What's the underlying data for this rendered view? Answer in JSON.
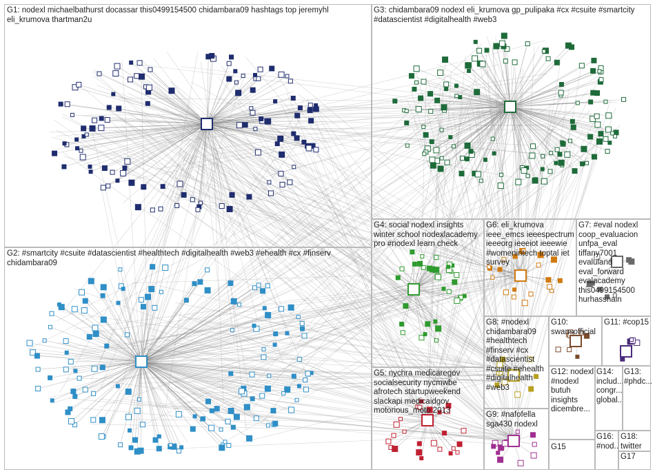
{
  "groups": [
    {
      "id": "G1",
      "label": "G1: nodexl michaelbathurst docassar this0499154500 chidambara09 hashtags top jeremyhl\neli_krumova thartman2u",
      "color": "#1f2d6e"
    },
    {
      "id": "G2",
      "label": "G2: #smartcity #csuite #datascientist #healthtech #digitalhealth #web3 #ehealth #cx #finserv\nchidambara09",
      "color": "#2f8fc7"
    },
    {
      "id": "G3",
      "label": "G3: chidambara09 nodexl eli_krumova gp_pulipaka #cx #csuite #smartcity\n#datascientist #digitalhealth #web3",
      "color": "#1e6b3a"
    },
    {
      "id": "G4",
      "label": "G4: social nodexl insights\nwinter school nodexlacademy\npro #nodexl learn check",
      "color": "#2e9b2e"
    },
    {
      "id": "G5",
      "label": "G5: nychra medicaregov\nsocialsecurity nycmwbe\nafrotech startupweekend\nslackapi medicaidgov\nmotorious_moto 2013",
      "color": "#c02030"
    },
    {
      "id": "G6",
      "label": "G6: eli_krumova\nieee_emcs ieeespectrum\nieeeorg ieeeiot ieeewie\n#womenintech toptal iet\nsurvey",
      "color": "#d07a10"
    },
    {
      "id": "G7",
      "label": "G7: #eval nodexl\ncoop_evaluacion\nunfpa_eval\ntiffany7001\nevaluland\neval_forward\nevalacademy\nthis0499154500\nhurhassnain",
      "color": "#6a6a6a"
    },
    {
      "id": "G8",
      "label": "G8: #nodexl\nchidambara09\n#healthtech\n#finserv #cx\n#datascientist\n#csuite #ehealth\n#digitalhealth\n#web3",
      "color": "#b8a020"
    },
    {
      "id": "G9",
      "label": "G9: #nafofella\nsga430 nodexl",
      "color": "#a03090"
    },
    {
      "id": "G10",
      "label": "G10:\nswansofficial",
      "color": "#7a4a2a"
    },
    {
      "id": "G11",
      "label": "G11: #cop15",
      "color": "#4a2a7a"
    },
    {
      "id": "G12",
      "label": "G12: nodexl\n#nodexl\nbutuh\ninsights\ndicembre...",
      "color": "#555"
    },
    {
      "id": "G13",
      "label": "G13:\n#phdc...",
      "color": "#555"
    },
    {
      "id": "G14",
      "label": "G14:\ninclud...\ncongr...\nglobal...",
      "color": "#555"
    },
    {
      "id": "G15",
      "label": "G15",
      "color": "#555"
    },
    {
      "id": "G16",
      "label": "G16:\n#nod...",
      "color": "#555"
    },
    {
      "id": "G17",
      "label": "G17",
      "color": "#555"
    },
    {
      "id": "G18",
      "label": "G18:\ntwitter",
      "color": "#555"
    }
  ]
}
